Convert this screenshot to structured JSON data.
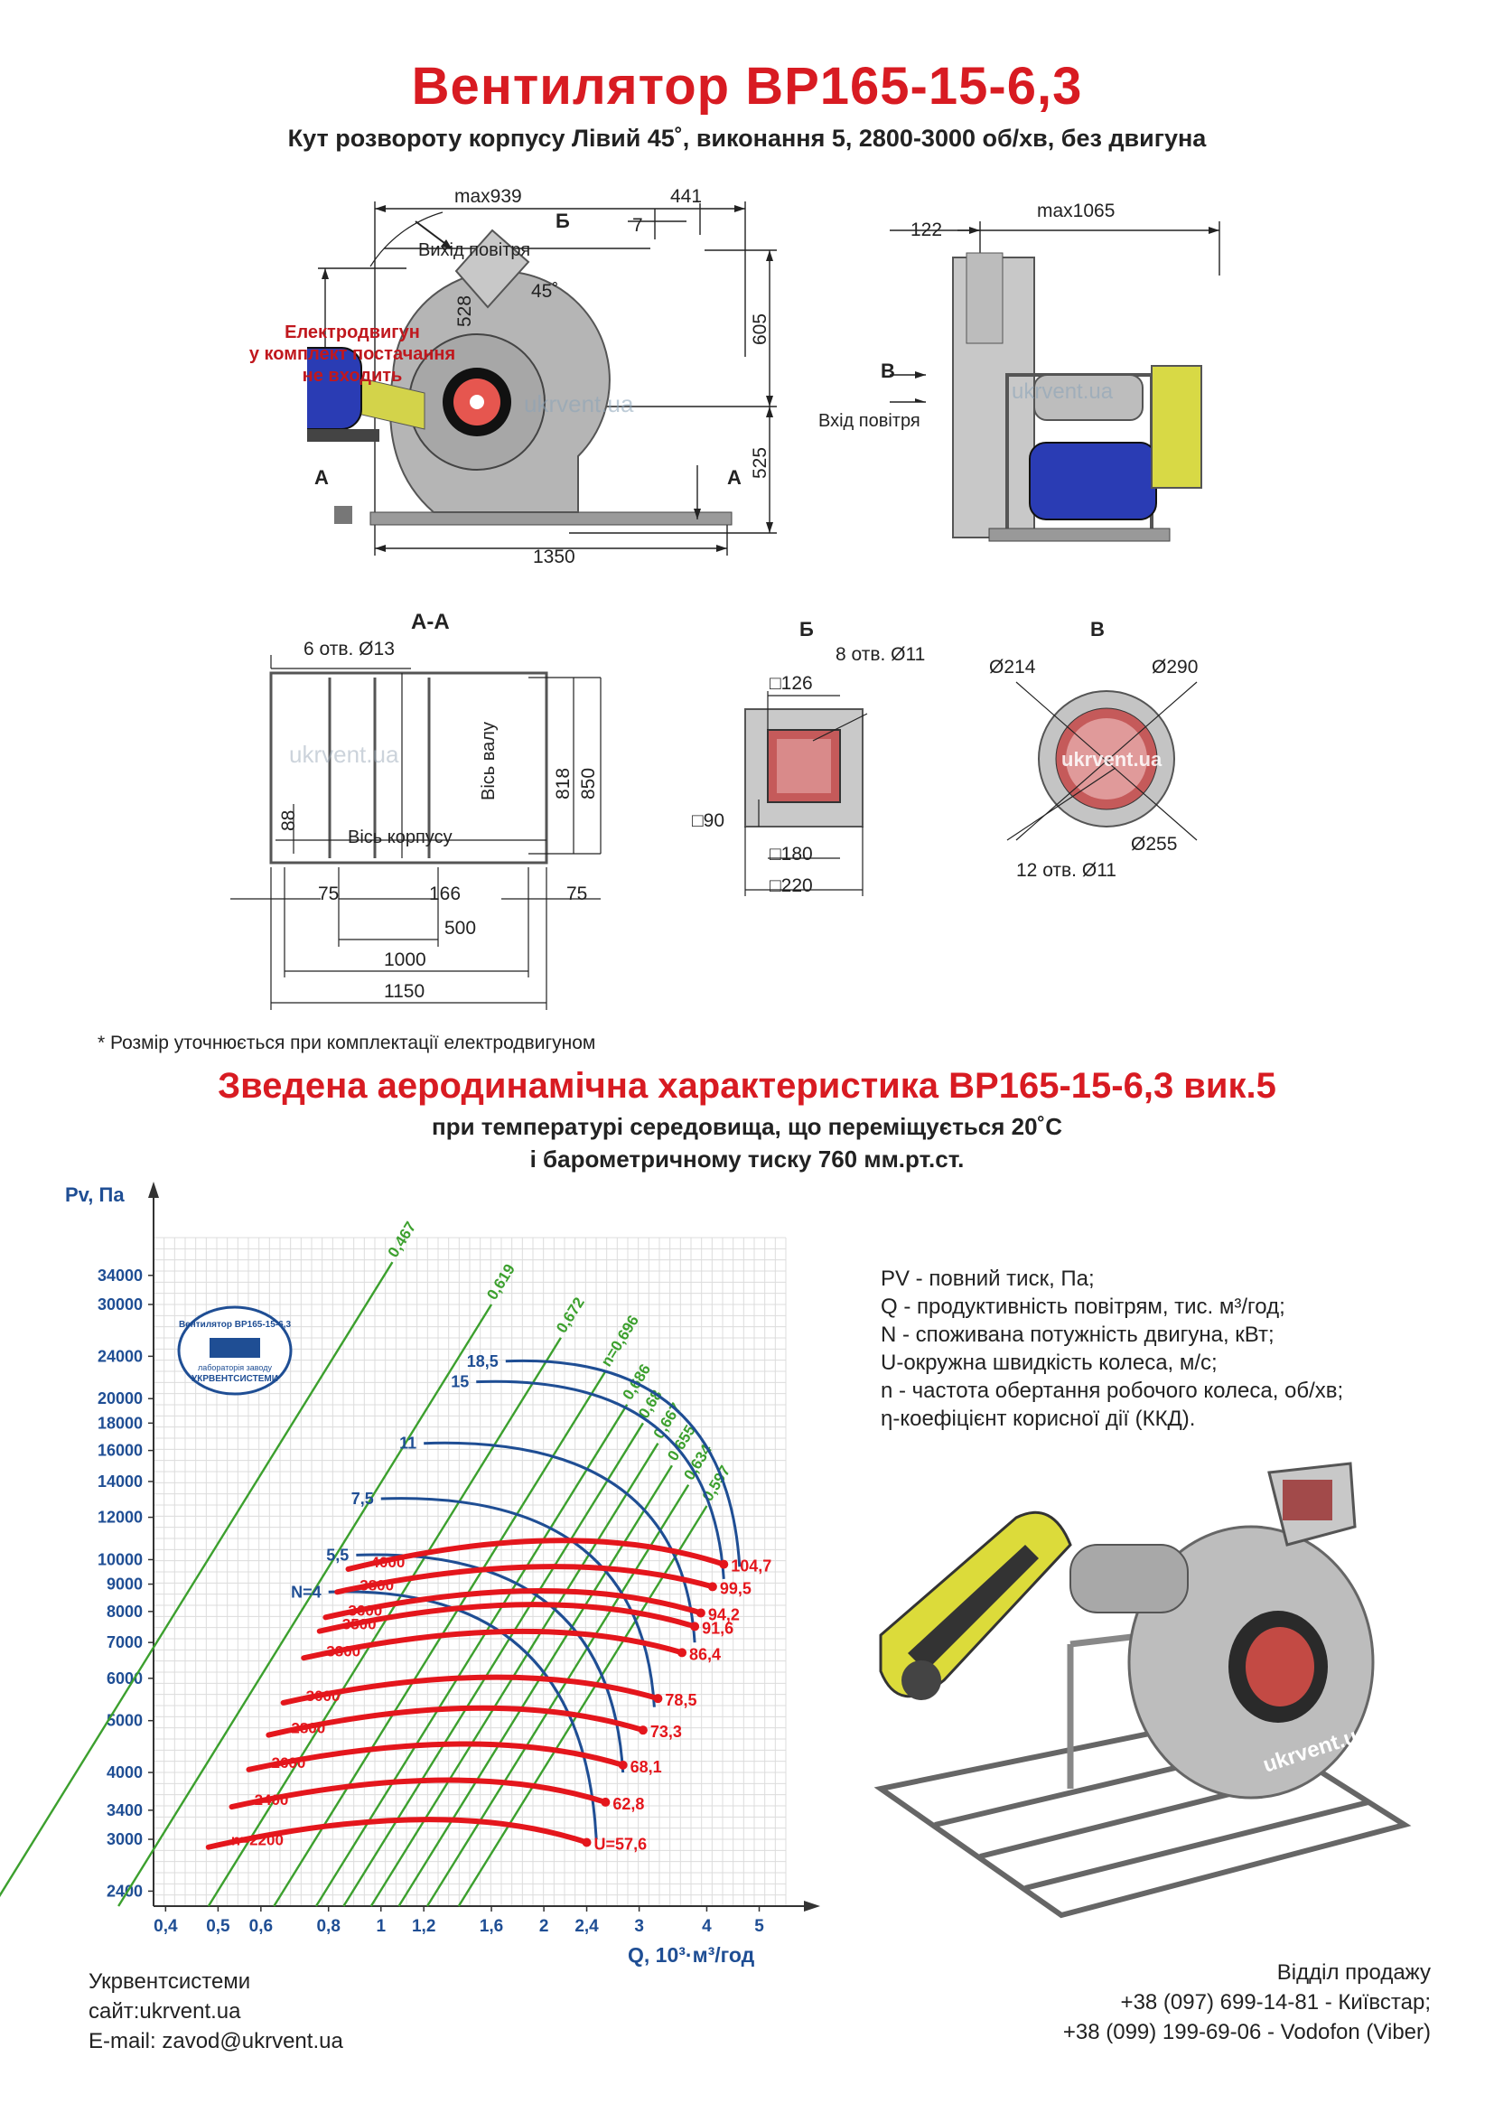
{
  "header": {
    "title": "Вентилятор ВР165-15-6,3",
    "subtitle": "Кут розвороту корпусу Лівий 45˚, виконання 5, 2800-3000 об/хв, без двигуна"
  },
  "front_view": {
    "dims": {
      "max939": "max939",
      "d441": "441",
      "d7": "7",
      "d528": "528",
      "d605": "605",
      "d525": "525",
      "d1350": "1350",
      "angle": "45˚"
    },
    "labels": {
      "air_out": "Вихід повітря",
      "b": "Б",
      "a_left": "А",
      "a_right": "А"
    },
    "motor_note": [
      "Електродвигун",
      "у комплект постачання",
      "не входить"
    ],
    "watermark": "ukrvent.ua"
  },
  "side_view": {
    "dims": {
      "d122": "122",
      "max1065": "max1065"
    },
    "labels": {
      "v": "В",
      "air_in": "Вхід повітря"
    },
    "watermark": "ukrvent.ua"
  },
  "section_aa": {
    "title": "А-А",
    "holes": "6 отв. Ø13",
    "axis_shaft": "Вісь валу",
    "axis_body": "Вісь корпусу",
    "dims": {
      "d818": "818",
      "d850": "850",
      "d88": "88",
      "d75a": "75",
      "d166": "166",
      "d75b": "75",
      "d500": "500",
      "d1000": "1000",
      "d1150": "1150"
    },
    "watermark": "ukrvent.ua"
  },
  "section_b": {
    "title": "Б",
    "holes": "8 отв. Ø11",
    "dims": {
      "s126": "□126",
      "s90": "□90",
      "s180": "□180",
      "s220": "□220"
    }
  },
  "section_v": {
    "title": "В",
    "dims": {
      "d214": "Ø214",
      "d290": "Ø290",
      "d255": "Ø255"
    },
    "holes": "12 отв. Ø11",
    "watermark": "ukrvent.ua"
  },
  "note": "* Розмір уточнюється при комплектації електродвигуном",
  "chart_heading": {
    "title": "Зведена аеродинамічна характеристика ВР165-15-6,3 вик.5",
    "line1": "при температурі середовища, що переміщується 20˚С",
    "line2": "і барометричному тиску 760 мм.рт.ст."
  },
  "legend": [
    "PV - повний тиск, Па;",
    "Q - продуктивність повітрям, тис. м³/год;",
    "N - споживана потужність двигуна, кВт;",
    "U-окружна швидкість колеса, м/с;",
    "n - частота обертання робочого колеса, об/хв;",
    "η-коефіцієнт корисної дії (ККД)."
  ],
  "chart_data": {
    "type": "line",
    "y_axis_label": "Pv, Па",
    "x_axis_label": "Q, 10³·м³/год",
    "y_scale": "log",
    "x_scale": "log",
    "y_ticks": [
      "2400",
      "3000",
      "3400",
      "4000",
      "5000",
      "6000",
      "7000",
      "8000",
      "9000",
      "10000",
      "12000",
      "14000",
      "16000",
      "18000",
      "20000",
      "24000",
      "30000",
      "34000"
    ],
    "y_tick_values": [
      2400,
      3000,
      3400,
      4000,
      5000,
      6000,
      7000,
      8000,
      9000,
      10000,
      12000,
      14000,
      16000,
      18000,
      20000,
      24000,
      30000,
      34000
    ],
    "x_ticks": [
      "0,4",
      "0,5",
      "0,6",
      "0,8",
      "1",
      "1,2",
      "1,6",
      "2",
      "2,4",
      "3",
      "4",
      "5"
    ],
    "x_tick_values": [
      0.4,
      0.5,
      0.6,
      0.8,
      1,
      1.2,
      1.6,
      2,
      2.4,
      3,
      4,
      5
    ],
    "xlim": [
      0.38,
      5.6
    ],
    "ylim": [
      2250,
      40000
    ],
    "grid": true,
    "speed_curves": [
      {
        "n": "n=2200",
        "u": "U=57,6",
        "start": [
          0.48,
          2900
        ],
        "peak": [
          1.3,
          3250
        ],
        "end": [
          2.4,
          2960
        ]
      },
      {
        "n": "2400",
        "u": "62,8",
        "start": [
          0.53,
          3450
        ],
        "peak": [
          1.4,
          3850
        ],
        "end": [
          2.6,
          3520
        ]
      },
      {
        "n": "2600",
        "u": "68,1",
        "start": [
          0.57,
          4050
        ],
        "peak": [
          1.5,
          4500
        ],
        "end": [
          2.8,
          4130
        ]
      },
      {
        "n": "2800",
        "u": "73,3",
        "start": [
          0.62,
          4700
        ],
        "peak": [
          1.6,
          5250
        ],
        "end": [
          3.05,
          4800
        ]
      },
      {
        "n": "3000",
        "u": "78,5",
        "start": [
          0.66,
          5400
        ],
        "peak": [
          1.7,
          6000
        ],
        "end": [
          3.25,
          5500
        ]
      },
      {
        "n": "3300",
        "u": "86,4",
        "start": [
          0.72,
          6550
        ],
        "peak": [
          1.9,
          7300
        ],
        "end": [
          3.6,
          6700
        ]
      },
      {
        "n": "3500",
        "u": "91,6",
        "start": [
          0.77,
          7350
        ],
        "peak": [
          2.0,
          8200
        ],
        "end": [
          3.8,
          7500
        ]
      },
      {
        "n": "3600",
        "u": "94,2",
        "start": [
          0.79,
          7800
        ],
        "peak": [
          2.05,
          8700
        ],
        "end": [
          3.9,
          7950
        ]
      },
      {
        "n": "3800",
        "u": "99,5",
        "start": [
          0.83,
          8700
        ],
        "peak": [
          2.15,
          9650
        ],
        "end": [
          4.1,
          8900
        ]
      },
      {
        "n": "4000",
        "u": "104,7",
        "start": [
          0.87,
          9600
        ],
        "peak": [
          2.25,
          10800
        ],
        "end": [
          4.3,
          9800
        ]
      }
    ],
    "power_curves": [
      {
        "n": "N=4",
        "start": [
          0.8,
          8700
        ],
        "end": [
          2.5,
          3000
        ]
      },
      {
        "n": "5,5",
        "start": [
          0.9,
          10200
        ],
        "end": [
          2.8,
          4000
        ]
      },
      {
        "n": "7,5",
        "start": [
          1.0,
          13000
        ],
        "end": [
          3.2,
          5300
        ]
      },
      {
        "n": "11",
        "start": [
          1.2,
          16500
        ],
        "end": [
          3.8,
          7000
        ]
      },
      {
        "n": "15",
        "start": [
          1.5,
          21500
        ],
        "end": [
          4.3,
          9200
        ]
      },
      {
        "n": "18,5",
        "start": [
          1.7,
          23500
        ],
        "end": [
          4.6,
          9700
        ]
      }
    ],
    "efficiency_lines": [
      {
        "eta": "0,467",
        "top": [
          1.05,
          36000
        ]
      },
      {
        "eta": "0,619",
        "top": [
          1.6,
          30000
        ]
      },
      {
        "eta": "0,672",
        "top": [
          2.15,
          26000
        ]
      },
      {
        "eta": "n=0,696",
        "top": [
          2.6,
          22500
        ]
      },
      {
        "eta": "0,686",
        "top": [
          2.85,
          19500
        ]
      },
      {
        "eta": "0,68",
        "top": [
          3.05,
          18000
        ]
      },
      {
        "eta": "0,667",
        "top": [
          3.25,
          16500
        ]
      },
      {
        "eta": "0,655",
        "top": [
          3.45,
          15000
        ]
      },
      {
        "eta": "0,634",
        "top": [
          3.7,
          13800
        ]
      },
      {
        "eta": "0,597",
        "top": [
          4.0,
          12600
        ]
      }
    ],
    "logo_text": [
      "Вентилятор ВР165-15-6,3",
      "лабораторія заводу",
      "УКРВЕНТСИСТЕМИ"
    ]
  },
  "footer": {
    "company": "Укрвентсистеми",
    "site": "сайт:ukrvent.ua",
    "email": "E-mail: zavod@ukrvent.ua",
    "sales_title": "Відділ продажу",
    "phone1": "+38 (097) 699-14-81 - Київстар;",
    "phone2": "+38 (099) 199-69-06 - Vodofon (Viber)"
  },
  "iso_view": {
    "watermark": "ukrvent.ua"
  },
  "colors": {
    "title_red": "#d81b22",
    "curve_red": "#e4161c",
    "curve_blue": "#1f4e94",
    "line_green": "#3ca02e",
    "fan_grey": "#b8b8b8",
    "motor_blue": "#2a3cb4",
    "belt_yellow": "#e3e44a"
  }
}
